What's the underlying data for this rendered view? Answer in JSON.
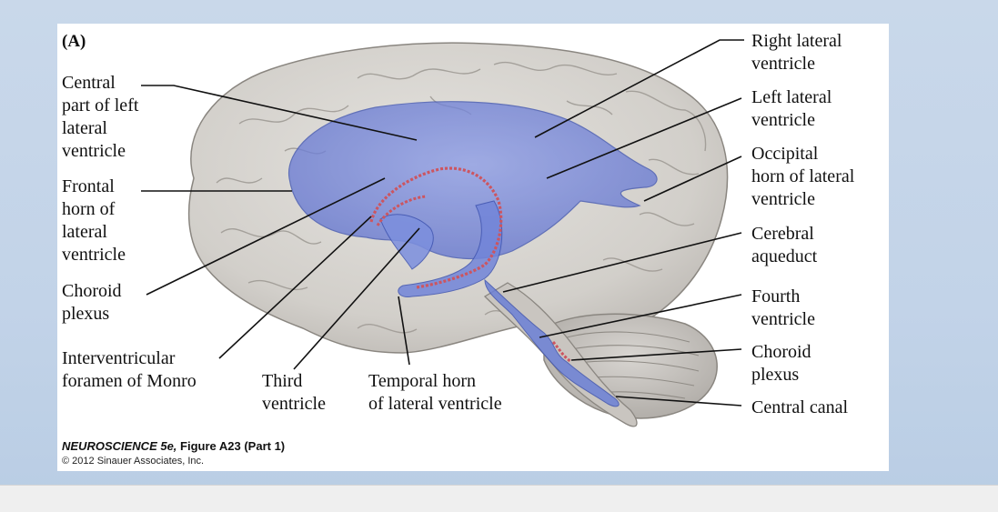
{
  "figure": {
    "panel_letter": "(A)",
    "credit_title_book": "NEUROSCIENCE 5e,",
    "credit_title_figure": " Figure A23 (Part 1)",
    "credit_copyright": "© 2012 Sinauer Associates, Inc."
  },
  "labels": {
    "central_part": "Central\npart of left\nlateral\nventricle",
    "frontal_horn": "Frontal\nhorn of\nlateral\nventricle",
    "choroid_plexus_left": "Choroid\nplexus",
    "interventricular": "Interventricular\nforamen of Monro",
    "third_ventricle": "Third\nventricle",
    "temporal_horn": "Temporal horn\nof  lateral ventricle",
    "right_lateral": "Right lateral\nventricle",
    "left_lateral": "Left lateral\nventricle",
    "occipital_horn": "Occipital\nhorn of lateral\nventricle",
    "cerebral_aqueduct": "Cerebral\naqueduct",
    "fourth_ventricle": "Fourth\nventricle",
    "choroid_plexus_right": "Choroid\nplexus",
    "central_canal": "Central canal"
  },
  "colors": {
    "brain": "#d6d3cf",
    "ventricle": "#6f83d8",
    "choroid": "#cc5560"
  }
}
